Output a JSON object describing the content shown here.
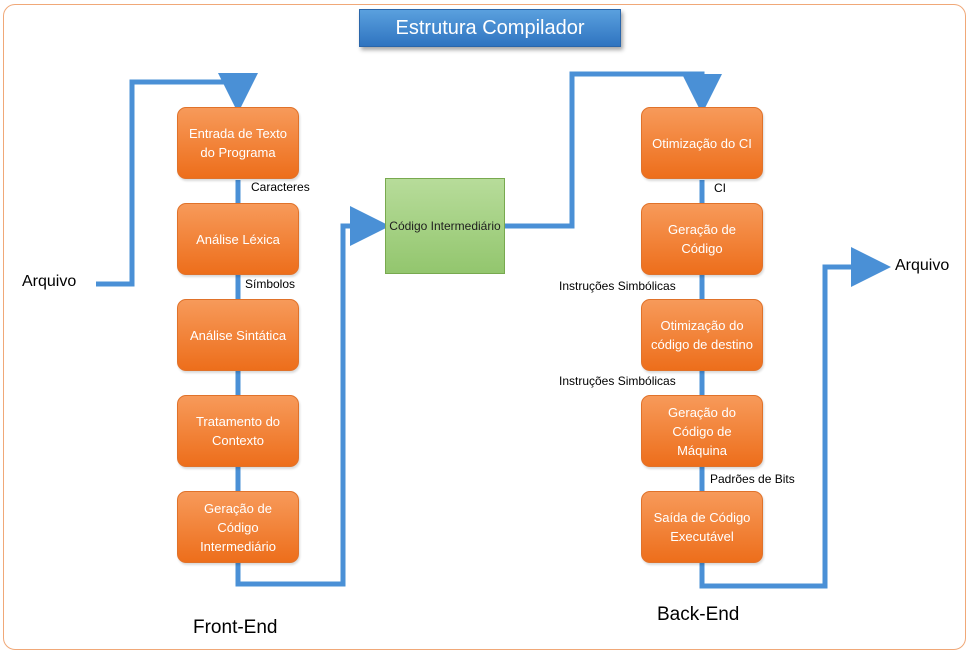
{
  "title": "Estrutura Compilador",
  "input_label": "Arquivo",
  "output_label": "Arquivo",
  "front_end": {
    "label": "Front-End",
    "steps": [
      "Entrada de Texto do Programa",
      "Análise Léxica",
      "Análise Sintática",
      "Tratamento do Contexto",
      "Geração de Código Intermediário"
    ],
    "connector_labels": [
      "Caracteres",
      "Símbolos"
    ]
  },
  "intermediate": "Código Intermediário",
  "back_end": {
    "label": "Back-End",
    "steps": [
      "Otimização do CI",
      "Geração de Código",
      "Otimização do código de destino",
      "Geração do Código de Máquina",
      "Saída de Código Executável"
    ],
    "connector_labels": [
      "CI",
      "Instruções Simbólicas",
      "Instruções Simbólicas",
      "Padrões de Bits"
    ]
  },
  "colors": {
    "step_box": "#ed7d31",
    "intermediate_box": "#a9d18e",
    "arrows": "#5b9bd5",
    "title_bar": "#4a8fd6"
  }
}
